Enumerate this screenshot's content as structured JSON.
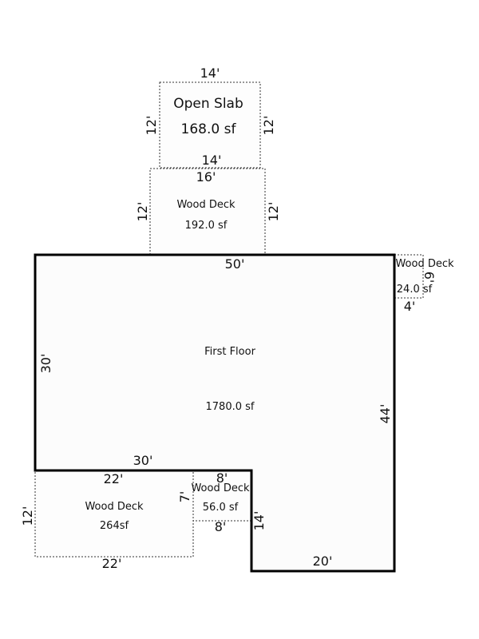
{
  "first_floor": {
    "name": "First Floor",
    "area": "1780.0 sf",
    "dims": {
      "top": "50'",
      "left": "30'",
      "right": "44'",
      "inner_bottom": "30'",
      "inner_side": "14'",
      "bottom": "20'"
    }
  },
  "open_slab": {
    "name": "Open Slab",
    "area": "168.0 sf",
    "dims": {
      "top": "14'",
      "bottom": "14'",
      "left": "12'",
      "right": "12'"
    }
  },
  "deck_top": {
    "name": "Wood Deck",
    "area": "192.0 sf",
    "dims": {
      "top": "16'",
      "left": "12'",
      "right": "12'"
    }
  },
  "deck_right": {
    "name": "Wood Deck",
    "area": "24.0 sf",
    "dims": {
      "side": "6'",
      "bottom": "4'"
    }
  },
  "deck_bottom_left": {
    "name": "Wood Deck",
    "area": "264sf",
    "dims": {
      "top": "22'",
      "bottom": "22'",
      "left": "12'"
    }
  },
  "deck_bottom_mid": {
    "name": "Wood Deck",
    "area": "56.0 sf",
    "dims": {
      "top": "8'",
      "bottom": "8'",
      "left": "7'"
    }
  }
}
